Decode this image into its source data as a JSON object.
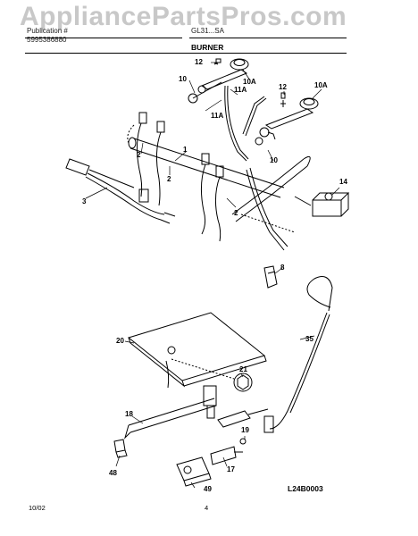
{
  "header": {
    "watermark": "AppliancePartsPros.com",
    "left_line1": "Publication #",
    "left_line2": "5995386880",
    "model": "GL31...SA",
    "section_title": "BURNER"
  },
  "callouts": [
    "12",
    "10A",
    "10",
    "11A",
    "12",
    "10A",
    "11A",
    "1",
    "2",
    "2",
    "2",
    "10",
    "14",
    "3",
    "8",
    "20",
    "35",
    "21",
    "18",
    "19",
    "48",
    "17",
    "49"
  ],
  "footer": {
    "date": "10/02",
    "page": "4",
    "diagram_code": "L24B0003"
  }
}
